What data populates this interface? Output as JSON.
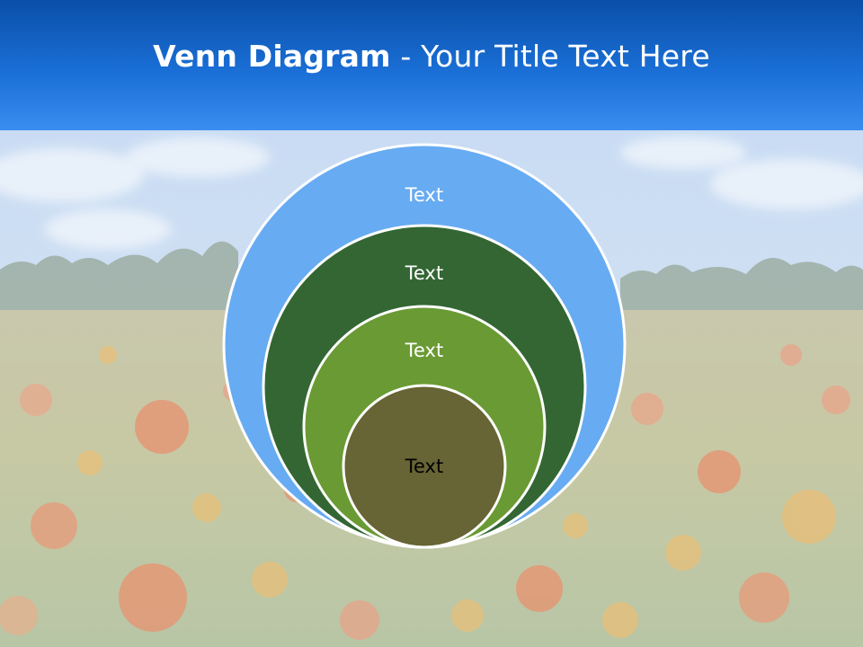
{
  "slide": {
    "title_bold": "Venn Diagram",
    "title_rest": " - Your Title Text Here"
  },
  "diagram": {
    "circles": [
      {
        "label": "Text",
        "fill": "#67abf2",
        "text_color": "#ffffff"
      },
      {
        "label": "Text",
        "fill": "#336633",
        "text_color": "#ffffff"
      },
      {
        "label": "Text",
        "fill": "#6a9a34",
        "text_color": "#ffffff"
      },
      {
        "label": "Text",
        "fill": "#676435",
        "text_color": "#000000"
      }
    ],
    "outline_color": "#ffffff"
  },
  "colors": {
    "header_top": "#0a4fa8",
    "header_bottom": "#3a8df0"
  }
}
